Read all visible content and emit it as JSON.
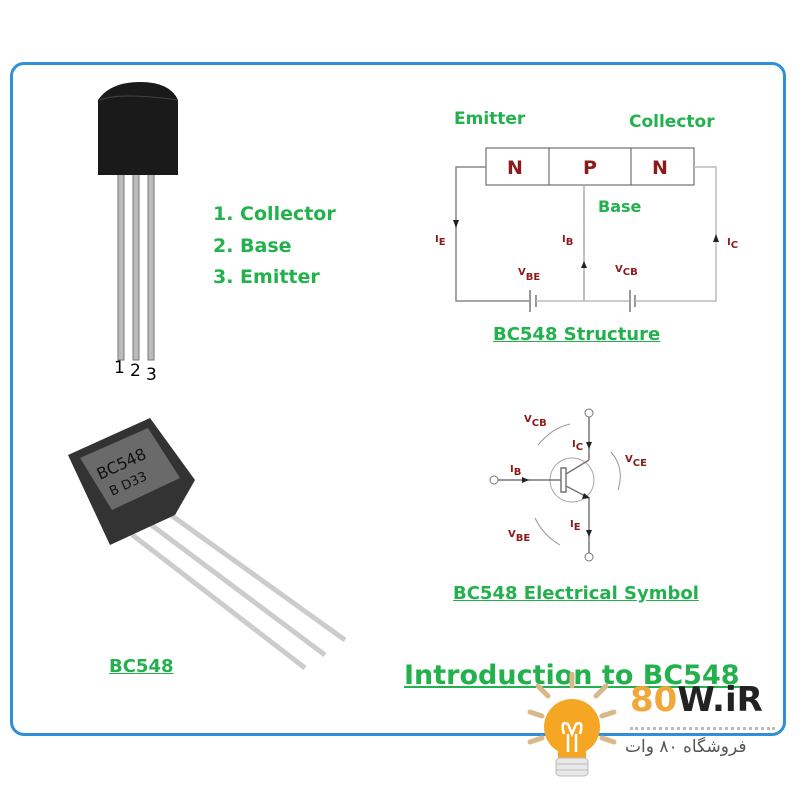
{
  "pinout": {
    "items": [
      "1. Collector",
      "2. Base",
      "3. Emitter"
    ],
    "pin_numbers": [
      "1",
      "2",
      "3"
    ]
  },
  "package_label": "BC548",
  "structure": {
    "emitter": "Emitter",
    "collector": "Collector",
    "base": "Base",
    "regions": [
      "N",
      "P",
      "N"
    ],
    "ie": "I",
    "ie_sub": "E",
    "ib": "I",
    "ib_sub": "B",
    "ic": "I",
    "ic_sub": "C",
    "vbe": "V",
    "vbe_sub": "BE",
    "vcb": "V",
    "vcb_sub": "CB",
    "caption": "BC548 Structure"
  },
  "symbol": {
    "vcb": "V",
    "vcb_sub": "CB",
    "ic": "I",
    "ic_sub": "C",
    "vce": "V",
    "vce_sub": "CE",
    "ib": "I",
    "ib_sub": "B",
    "ie": "I",
    "ie_sub": "E",
    "vbe": "V",
    "vbe_sub": "BE",
    "caption": "BC548 Electrical Symbol"
  },
  "chip_marking": [
    "BC548",
    "B D33"
  ],
  "title": "Introduction to BC548",
  "watermark": {
    "brand_a": "80",
    "brand_b": "W.iR",
    "tagline": "فروشگاه ۸۰ وات"
  },
  "colors": {
    "green": "#22b14c",
    "blue": "#2f8fd8",
    "red": "#8b1a1a",
    "orange": "#f5a623"
  }
}
